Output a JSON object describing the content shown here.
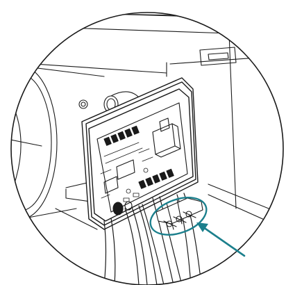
{
  "diagram": {
    "kind": "technical-line-drawing",
    "subject": "control-board-installation-detail",
    "colors": {
      "line": "#1a1a1a",
      "background": "#ffffff",
      "callout": "#1b7f8c"
    },
    "icons": [
      "magnifier-circle",
      "pcb-board",
      "cable-gland",
      "screw",
      "callout-arrow"
    ]
  }
}
